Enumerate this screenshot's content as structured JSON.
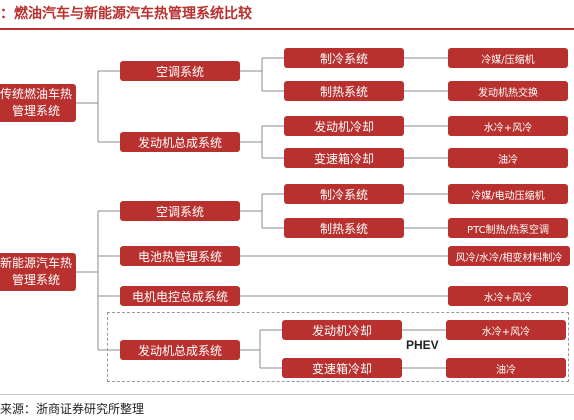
{
  "title": "：燃油汽车与新能源汽车热管理系统比较",
  "colors": {
    "accent": "#b8312f",
    "line": "#8c8c8c",
    "dashed_border": "#9a9a9a"
  },
  "tree": {
    "fuel": {
      "root": "传统燃油车热管理系统",
      "ac": "空调系统",
      "ac_cool": "制冷系统",
      "ac_cool_leaf": "冷媒/压缩机",
      "ac_heat": "制热系统",
      "ac_heat_leaf": "发动机热交换",
      "engine": "发动机总成系统",
      "engine_cool": "发动机冷却",
      "engine_cool_leaf": "水冷+风冷",
      "gear_cool": "变速箱冷却",
      "gear_cool_leaf": "油冷"
    },
    "nev": {
      "root": "新能源汽车热管理系统",
      "ac": "空调系统",
      "ac_cool": "制冷系统",
      "ac_cool_leaf": "冷媒/电动压缩机",
      "ac_heat": "制热系统",
      "ac_heat_leaf": "PTC制热/热泵空调",
      "battery": "电池热管理系统",
      "battery_leaf": "风冷/水冷/相变材料制冷",
      "motor": "电机电控总成系统",
      "motor_leaf": "水冷+风冷",
      "engine": "发动机总成系统",
      "engine_cool": "发动机冷却",
      "engine_cool_leaf": "水冷+风冷",
      "gear_cool": "变速箱冷却",
      "gear_cool_leaf": "油冷",
      "phev": "PHEV"
    }
  },
  "source": "来源：浙商证券研究所整理"
}
